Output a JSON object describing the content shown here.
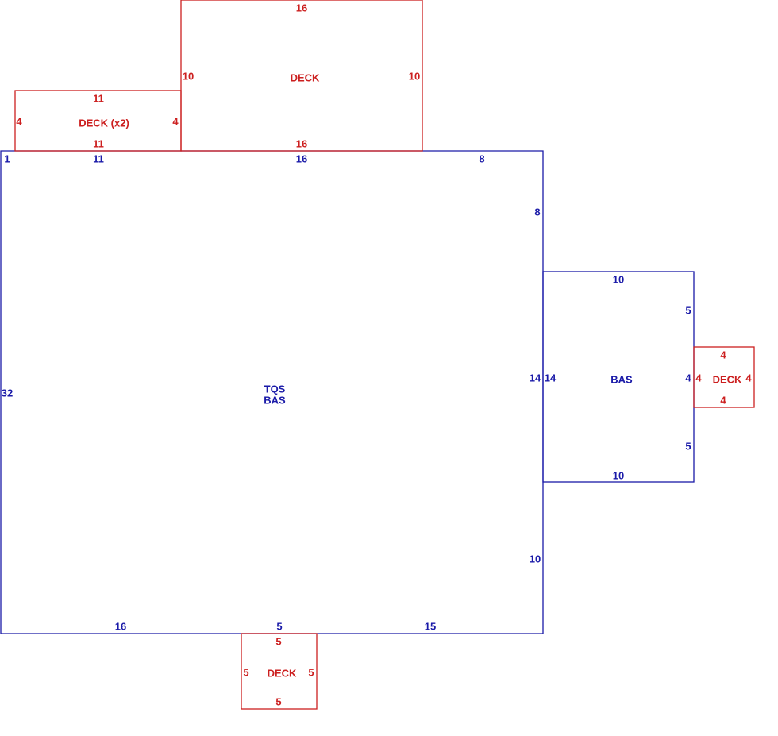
{
  "colors": {
    "living": "#1a1aa8",
    "deck": "#cc1f1f"
  },
  "main_area": {
    "name_line1": "TQS",
    "name_line2": "BAS",
    "dims": {
      "top_corner": "1",
      "top_left": "11",
      "top_mid": "16",
      "top_right": "8",
      "right_upper": "8",
      "right_mid": "14",
      "right_lower": "10",
      "left": "32",
      "bottom_left": "16",
      "bottom_mid": "5",
      "bottom_right": "15"
    }
  },
  "bas_addition": {
    "name": "BAS",
    "dims": {
      "top": "10",
      "bottom": "10",
      "left": "14",
      "right_upper": "5",
      "right_mid": "4",
      "right_lower": "5"
    }
  },
  "deck_top_large": {
    "name": "DECK",
    "dims": {
      "top": "16",
      "bottom": "16",
      "left": "10",
      "right": "10"
    }
  },
  "deck_top_small": {
    "name": "DECK (x2)",
    "dims": {
      "top": "11",
      "bottom": "11",
      "left": "4",
      "right": "4"
    }
  },
  "deck_right": {
    "name": "DECK",
    "dims": {
      "top": "4",
      "bottom": "4",
      "left": "4",
      "right": "4"
    }
  },
  "deck_bottom": {
    "name": "DECK",
    "dims": {
      "top": "5",
      "bottom": "5",
      "left": "5",
      "right": "5"
    }
  }
}
